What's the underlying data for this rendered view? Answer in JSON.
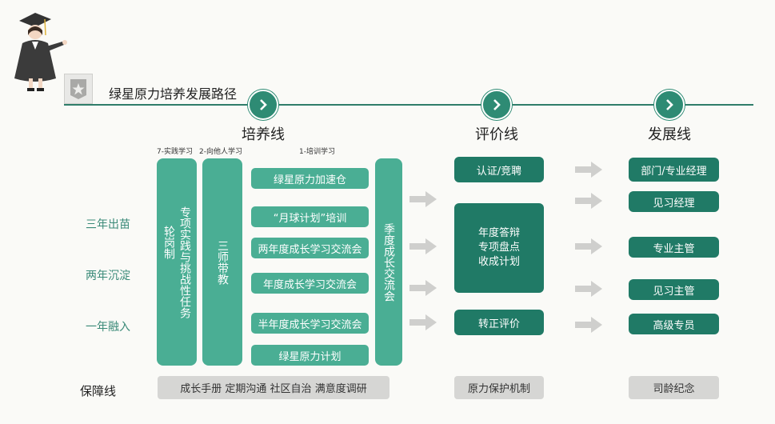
{
  "header": {
    "title": "绿星原力培养发展路径"
  },
  "stages": [
    {
      "title": "培养线"
    },
    {
      "title": "评价线"
    },
    {
      "title": "发展线"
    }
  ],
  "study_labels": [
    "7-实践学习",
    "2-向他人学习",
    "1-培训学习"
  ],
  "year_labels": [
    "三年出苗",
    "两年沉淀",
    "一年融入"
  ],
  "training": {
    "col1_main": "专项实践与挑战性任务",
    "col1_side": "轮岗制",
    "col2": "三师带教",
    "items": [
      "绿星原力加速仓",
      "“月球计划”培训",
      "两年度成长学习交流会",
      "年度成长学习交流会",
      "半年度成长学习交流会",
      "绿星原力计划"
    ],
    "quarterly": "季度成长交流会"
  },
  "evaluation": {
    "top": "认证/竞聘",
    "middle_lines": [
      "年度答辩",
      "专项盘点",
      "收成计划"
    ],
    "bottom": "转正评价"
  },
  "development": [
    "部门/专业经理",
    "见习经理",
    "专业主管",
    "见习主管",
    "高级专员"
  ],
  "guarantee": {
    "label": "保障线",
    "items": [
      "成长手册 定期沟通 社区自治 满意度调研",
      "原力保护机制",
      "司龄纪念"
    ]
  },
  "colors": {
    "primary": "#4aae94",
    "dark": "#207a66",
    "line": "#2f7d6a"
  }
}
